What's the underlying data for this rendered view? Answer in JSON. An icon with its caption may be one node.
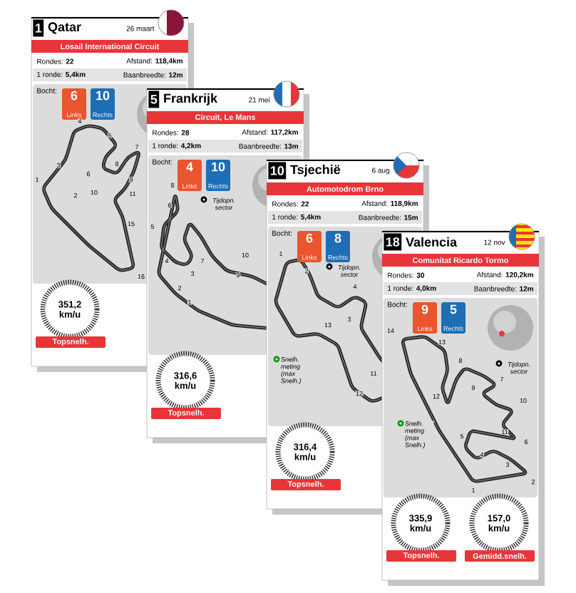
{
  "diagram": {
    "nodes": [
      {
        "text": [
          "1",
          "Qatar",
          "26 maart",
          "Rondes: **22**",
          "Afstand: **118,4km**",
          "1 ronde: **5,4km**",
          "Baanbreedte: **12m**"
        ]
      },
      {
        "text": [
          "Losail International Circuit"
        ],
        "in": 0
      },
      {
        "text": [
          "6",
          "Links"
        ]
      },
      {
        "text": [
          "10",
          "Rechts"
        ]
      },
      {
        "text": [
          "351,2 km/u"
        ]
      },
      {
        "text": [
          "Topsnelh."
        ]
      },
      {
        "text": [
          "5",
          "Frankrijk",
          "21 mei",
          "Rondes: **28**",
          "Afstand: **117,2km**",
          "1 ronde: **4,2km**",
          "Baanbreedte: **13m**"
        ]
      },
      {
        "text": [
          "Circuit, Le Mans"
        ],
        "in": 6
      },
      {
        "text": [
          "4",
          "Links"
        ]
      },
      {
        "text": [
          "10",
          "Rechts"
        ]
      },
      {
        "text": [
          "316,6 km/u"
        ]
      },
      {
        "text": [
          "Topsnelh."
        ]
      },
      {
        "text": [
          "10",
          "Tsjechië",
          "6 aug",
          "Rondes: **22**",
          "Afstand: **118,9km**",
          "1 ronde: **5,4km**",
          "Baanbreedte: **15m**"
        ]
      },
      {
        "text": [
          "Automotodrom Brno"
        ],
        "in": 12
      },
      {
        "text": [
          "6",
          "Links"
        ]
      },
      {
        "text": [
          "8",
          "Rechts"
        ]
      },
      {
        "text": [
          "316,4 km/u"
        ]
      },
      {
        "text": [
          "Topsnelh."
        ]
      },
      {
        "text": [
          "18",
          "Valencia",
          "12 nov",
          "Rondes: **30**",
          "Afstand: **120,2km**",
          "1 ronde: **4,0km**",
          "Baanbreedte: **12m**"
        ]
      },
      {
        "text": [
          "Comunitat Ricardo Tormo"
        ],
        "in": 18
      },
      {
        "text": [
          "9",
          "Links"
        ]
      },
      {
        "text": [
          "5",
          "Rechts"
        ]
      },
      {
        "text": [
          "335,9 km/u"
        ]
      },
      {
        "text": [
          "157,0 km/u"
        ]
      },
      {
        "text": [
          "Topsnelh."
        ]
      },
      {
        "text": [
          "Gemidd.snelh."
        ]
      }
    ],
    "labels": [
      "Bocht:",
      "4",
      "5",
      "7",
      "3",
      "8",
      "6",
      "1",
      "9",
      "2",
      "10",
      "11",
      "15",
      "16",
      "Bocht:",
      "8",
      "Tijdopn. sector",
      "6",
      "5",
      "10",
      "4",
      "7",
      "3",
      "9",
      "2",
      "1",
      "Bocht:",
      "1",
      "Tijdopn. sector",
      "2",
      "4",
      "3",
      "13",
      "Snelh. meting (max Snelh.)",
      "11",
      "12",
      "Bocht:",
      "14",
      "13",
      "8",
      "Tijdopn. sector",
      "7",
      "9",
      "12",
      "10",
      "11",
      "Snelh. meting (max Snelh.)",
      "5",
      "6",
      "4",
      "3",
      "2",
      "1"
    ]
  }
}
